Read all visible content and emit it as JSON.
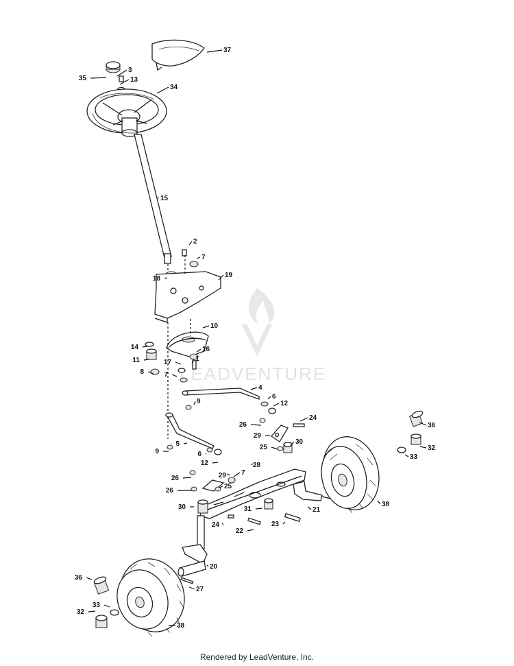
{
  "watermark": {
    "text": "LEADVENTURE"
  },
  "credit": "Rendered by LeadVenture, Inc.",
  "callouts": [
    {
      "n": "37"
    },
    {
      "n": "35"
    },
    {
      "n": "3"
    },
    {
      "n": "13"
    },
    {
      "n": "34"
    },
    {
      "n": "15"
    },
    {
      "n": "2"
    },
    {
      "n": "7"
    },
    {
      "n": "18"
    },
    {
      "n": "19"
    },
    {
      "n": "10"
    },
    {
      "n": "14"
    },
    {
      "n": "16"
    },
    {
      "n": "11"
    },
    {
      "n": "17"
    },
    {
      "n": "1"
    },
    {
      "n": "8"
    },
    {
      "n": "7"
    },
    {
      "n": "4"
    },
    {
      "n": "6"
    },
    {
      "n": "9"
    },
    {
      "n": "12"
    },
    {
      "n": "24"
    },
    {
      "n": "26"
    },
    {
      "n": "36"
    },
    {
      "n": "29"
    },
    {
      "n": "30"
    },
    {
      "n": "5"
    },
    {
      "n": "25"
    },
    {
      "n": "32"
    },
    {
      "n": "9"
    },
    {
      "n": "6"
    },
    {
      "n": "33"
    },
    {
      "n": "12"
    },
    {
      "n": "28"
    },
    {
      "n": "7"
    },
    {
      "n": "26"
    },
    {
      "n": "29"
    },
    {
      "n": "25"
    },
    {
      "n": "26"
    },
    {
      "n": "38"
    },
    {
      "n": "30"
    },
    {
      "n": "31"
    },
    {
      "n": "21"
    },
    {
      "n": "24"
    },
    {
      "n": "23"
    },
    {
      "n": "22"
    },
    {
      "n": "20"
    },
    {
      "n": "36"
    },
    {
      "n": "27"
    },
    {
      "n": "32"
    },
    {
      "n": "33"
    },
    {
      "n": "38"
    }
  ]
}
